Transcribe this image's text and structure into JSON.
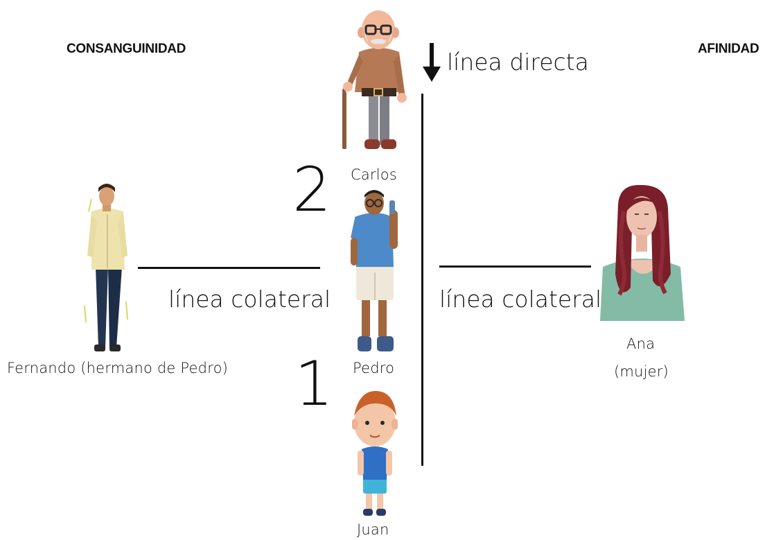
{
  "headings": {
    "left": "CONSANGUINIDAD",
    "right": "AFINIDAD"
  },
  "direct_line": {
    "label": "línea directa"
  },
  "collateral": {
    "left_label": "línea colateral",
    "right_label": "línea colateral"
  },
  "degrees": {
    "two": "2",
    "one": "1"
  },
  "people": {
    "carlos": "Carlos",
    "pedro": "Pedro",
    "juan": "Juan",
    "fernando": "Fernando (hermano de Pedro)",
    "ana": "Ana",
    "ana_note": "(mujer)"
  }
}
